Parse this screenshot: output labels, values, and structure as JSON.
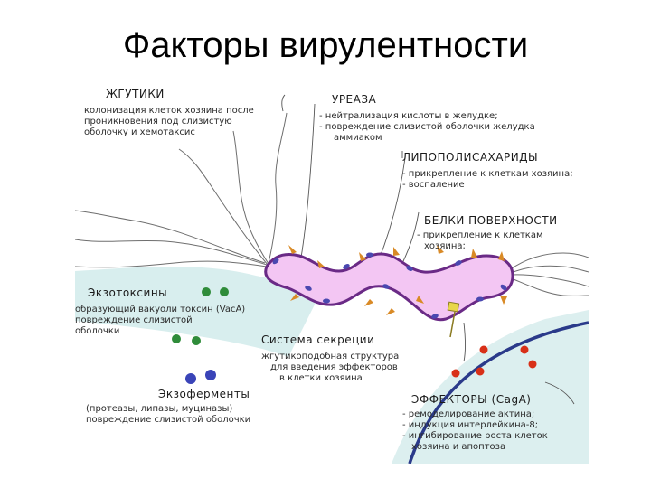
{
  "title": "Факторы вирулентности",
  "flagella": {
    "heading": "ЖГУТИКИ",
    "lines": [
      "колонизация клеток хозяина после",
      "проникновения под слизистую",
      "оболочку и хемотаксис"
    ]
  },
  "urease": {
    "heading": "УРЕАЗА",
    "lines": [
      "- нейтрализация кислоты в желудке;",
      "- повреждение слизистой оболочки желудка",
      "аммиаком"
    ]
  },
  "lps": {
    "heading": "ЛИПОПОЛИСАХАРИДЫ",
    "lines": [
      "- прикрепление к клеткам хозяина;",
      "- воспаление"
    ]
  },
  "surface_proteins": {
    "heading": "БЕЛКИ ПОВЕРХНОСТИ",
    "lines": [
      "- прикрепление к клеткам",
      "хозяина;"
    ]
  },
  "exotoxins": {
    "heading": "Экзотоксины",
    "lines": [
      "образующий вакуоли токсин (VacA)",
      "повреждение слизистой",
      "оболочки"
    ]
  },
  "secretion": {
    "heading": "Система секреции",
    "lines": [
      "жгутикоподобная структура",
      "для введения эффекторов",
      "в клетки хозяина"
    ]
  },
  "exoenzymes": {
    "heading": "Экзоферменты",
    "lines": [
      "(протеазы, липазы, муциназы)",
      "повреждение слизистой оболочки"
    ]
  },
  "effectors": {
    "heading": "ЭФФЕКТОРЫ (CagA)",
    "lines": [
      "- ремоделирование актина;",
      "- индукция интерлейкина-8;",
      "- ингибирование роста клеток",
      "хозяина и апоптоза"
    ]
  },
  "colors": {
    "bacterium_fill": "#f3c6f3",
    "bacterium_outline": "#6a2a86",
    "flagella": "#6e6e6e",
    "mucosa": "#d4ecec",
    "host_cell_membrane": "#2a3a8a",
    "toxin_green": "#2f8c3a",
    "enzyme_blue": "#3a44b8",
    "effector_red": "#d83018",
    "spike_orange": "#d98a26",
    "patch_blue": "#4a48b0",
    "secretion_yellow": "#e8d64a"
  }
}
